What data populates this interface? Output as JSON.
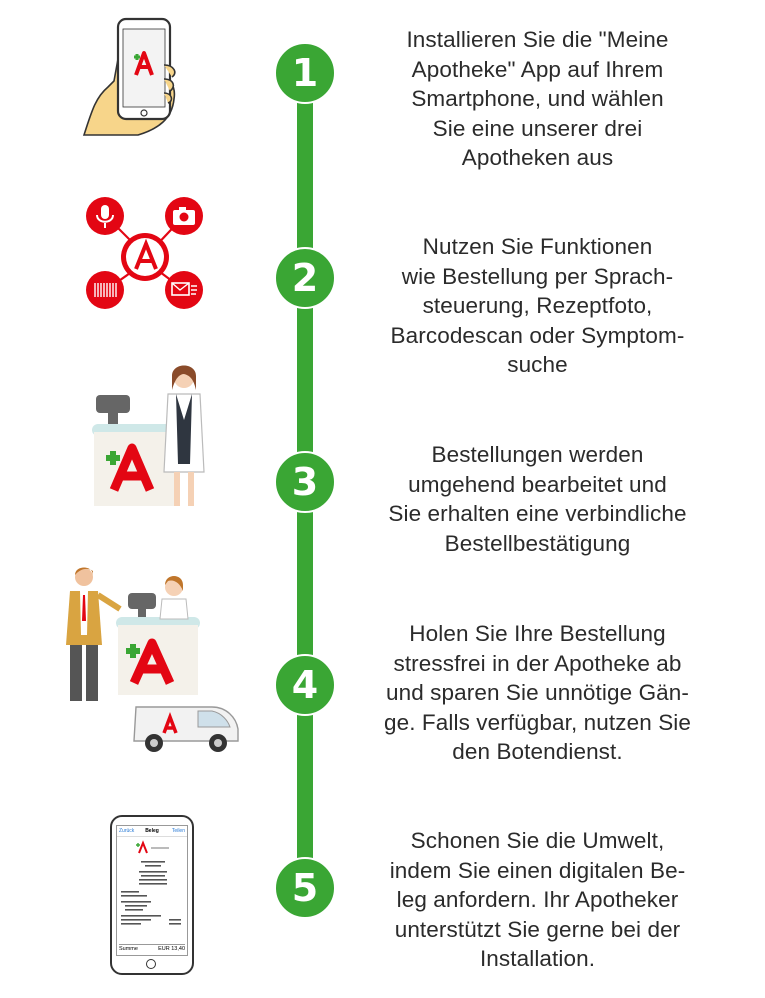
{
  "steps": [
    {
      "number": "1",
      "lines": [
        "Installieren Sie die \"Meine",
        "Apotheke\" App auf Ihrem",
        "Smartphone, und wählen",
        "Sie eine unserer drei",
        "Apotheken aus"
      ]
    },
    {
      "number": "2",
      "lines": [
        "Nutzen Sie Funktionen",
        "wie Bestellung per Sprach-",
        "steuerung, Rezeptfoto,",
        "Barcodescan oder Symptom-",
        "suche"
      ]
    },
    {
      "number": "3",
      "lines": [
        "Bestellungen werden",
        "umgehend bearbeitet und",
        "Sie erhalten eine verbindliche",
        "Bestellbestätigung"
      ]
    },
    {
      "number": "4",
      "lines": [
        "Holen Sie Ihre Bestellung",
        "stressfrei in der Apotheke ab",
        "und sparen Sie unnötige Gän-",
        "ge. Falls verfügbar, nutzen Sie",
        "den Botendienst."
      ]
    },
    {
      "number": "5",
      "lines": [
        "Schonen Sie die Umwelt,",
        "indem Sie einen digitalen Be-",
        "leg anfordern. Ihr Apotheker",
        "unterstützt Sie gerne bei der",
        "Installation."
      ]
    }
  ],
  "receipt": {
    "back": "Zurück",
    "title": "Beleg",
    "share": "Teilen",
    "total_label": "Summe",
    "total_value": "EUR 13,40"
  },
  "colors": {
    "green": "#3aa634",
    "red": "#e30613",
    "text": "#2b2b2b"
  }
}
